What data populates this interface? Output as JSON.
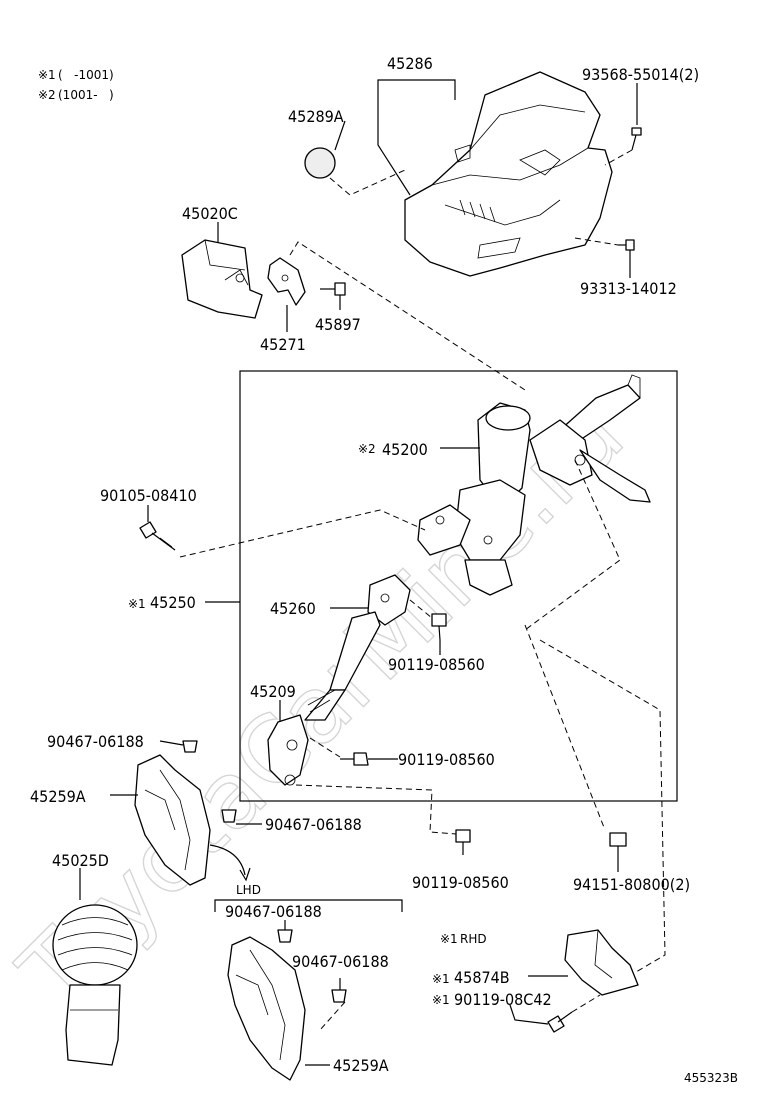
{
  "notes": {
    "n1_mark": "※1",
    "n1_text": "(   -1001)",
    "n2_mark": "※2",
    "n2_text": "(1001-   )",
    "rhd_mark": "※1",
    "rhd_text": "RHD",
    "lhd": "LHD"
  },
  "watermark": "ToyotaCarMine.ru",
  "diagram_id": "455323B",
  "parts": {
    "p45286": "45286",
    "p45289A": "45289A",
    "p93568": "93568-55014(2)",
    "p45020C": "45020C",
    "p45897": "45897",
    "p45271": "45271",
    "p93313": "93313-14012",
    "p45200_mark": "※2",
    "p45200": "45200",
    "p90105": "90105-08410",
    "p45250_mark": "※1",
    "p45250": "45250",
    "p45260": "45260",
    "p90119_a": "90119-08560",
    "p45209": "45209",
    "p90467_a": "90467-06188",
    "p90119_b": "90119-08560",
    "p45259A_a": "45259A",
    "p90467_b": "90467-06188",
    "p45025D": "45025D",
    "p90119_c": "90119-08560",
    "p94151": "94151-80800(2)",
    "p90467_c": "90467-06188",
    "p90467_d": "90467-06188",
    "p45874B_mark": "※1",
    "p45874B": "45874B",
    "p90119_d_mark": "※1",
    "p90119_d": "90119-08C42",
    "p45259A_b": "45259A"
  }
}
